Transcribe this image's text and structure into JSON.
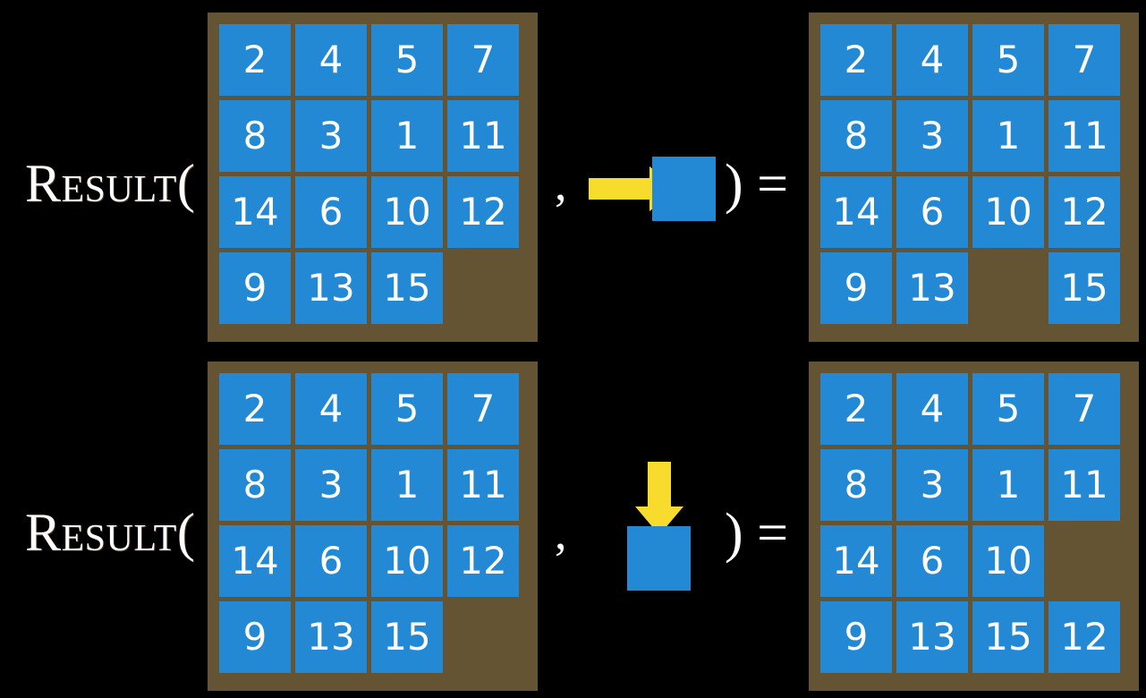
{
  "page": {
    "background_color": "#000000",
    "tile_color": "#2489d4",
    "board_color": "#655434",
    "arrow_color": "#f7dc2e",
    "text_color": "#ffffff"
  },
  "rows": [
    {
      "id": "row-top",
      "label": "Result(",
      "comma": ",",
      "paren_equals": ") =",
      "move": {
        "direction": "right",
        "icon_name": "arrow-right-icon",
        "tile_label": ""
      },
      "input_board": {
        "name": "input-board-top",
        "cells": [
          "2",
          "4",
          "5",
          "7",
          "8",
          "3",
          "1",
          "11",
          "14",
          "6",
          "10",
          "12",
          "9",
          "13",
          "15",
          ""
        ]
      },
      "output_board": {
        "name": "output-board-top",
        "cells": [
          "2",
          "4",
          "5",
          "7",
          "8",
          "3",
          "1",
          "11",
          "14",
          "6",
          "10",
          "12",
          "9",
          "13",
          "",
          "15"
        ]
      }
    },
    {
      "id": "row-bottom",
      "label": "Result(",
      "comma": ",",
      "paren_equals": ") =",
      "move": {
        "direction": "down",
        "icon_name": "arrow-down-icon",
        "tile_label": ""
      },
      "input_board": {
        "name": "input-board-bottom",
        "cells": [
          "2",
          "4",
          "5",
          "7",
          "8",
          "3",
          "1",
          "11",
          "14",
          "6",
          "10",
          "12",
          "9",
          "13",
          "15",
          ""
        ]
      },
      "output_board": {
        "name": "output-board-bottom",
        "cells": [
          "2",
          "4",
          "5",
          "7",
          "8",
          "3",
          "1",
          "11",
          "14",
          "6",
          "10",
          "",
          "9",
          "13",
          "15",
          "12"
        ]
      }
    }
  ]
}
